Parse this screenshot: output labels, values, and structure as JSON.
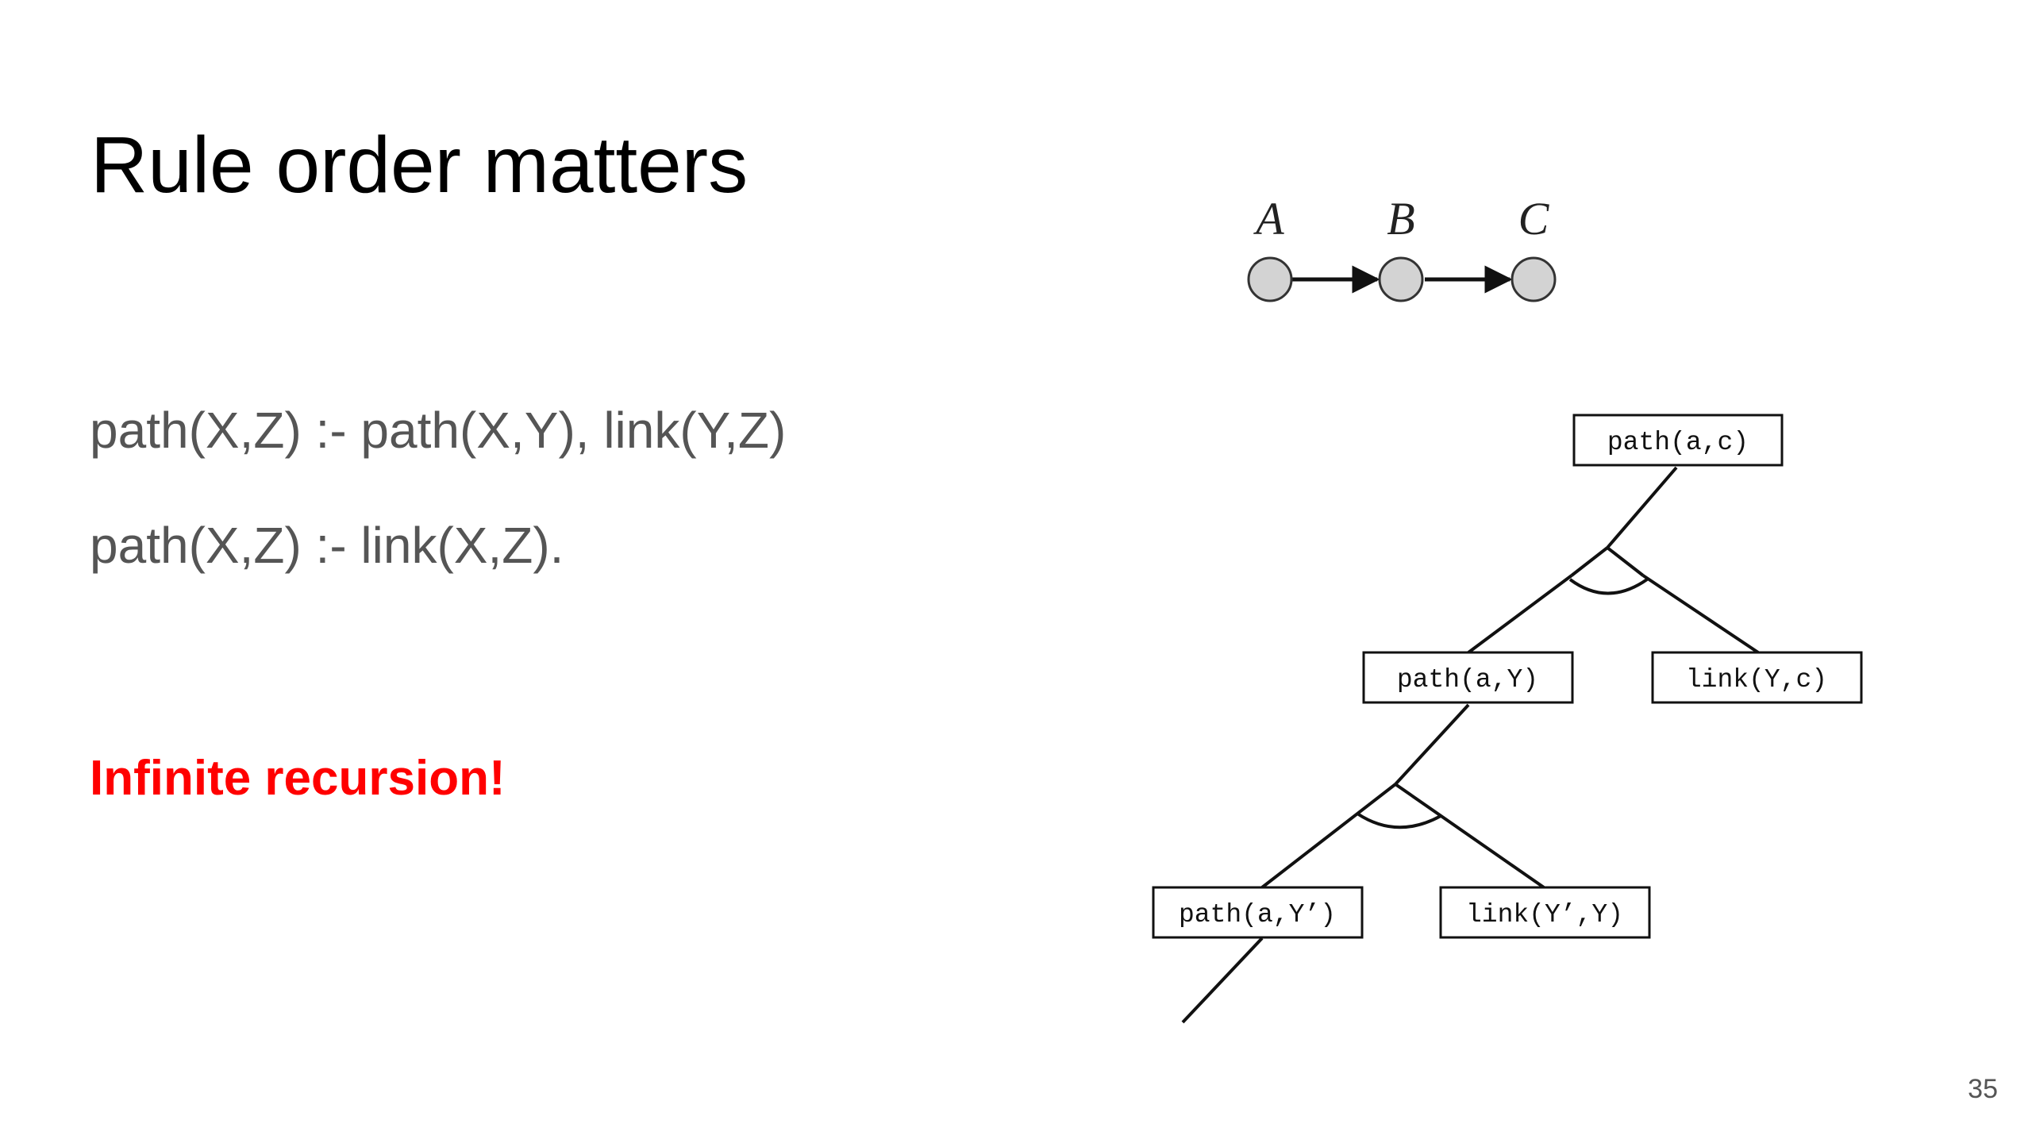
{
  "slide": {
    "title": "Rule order matters",
    "rules": [
      "path(X,Z) :- path(X,Y), link(Y,Z)",
      "path(X,Z) :- link(X,Z)."
    ],
    "warning": "Infinite recursion!",
    "page_number": "35"
  },
  "graph": {
    "nodes": [
      "A",
      "B",
      "C"
    ],
    "node_fill": "#d3d3d3",
    "edge_color": "#111111"
  },
  "tree": {
    "root": "path(a,c)",
    "level1_left": "path(a,Y)",
    "level1_right": "link(Y,c)",
    "level2_left": "path(a,Y’)",
    "level2_right": "link(Y’,Y)"
  },
  "colors": {
    "title": "#000000",
    "body_text": "#555555",
    "warning": "#ff0000"
  }
}
